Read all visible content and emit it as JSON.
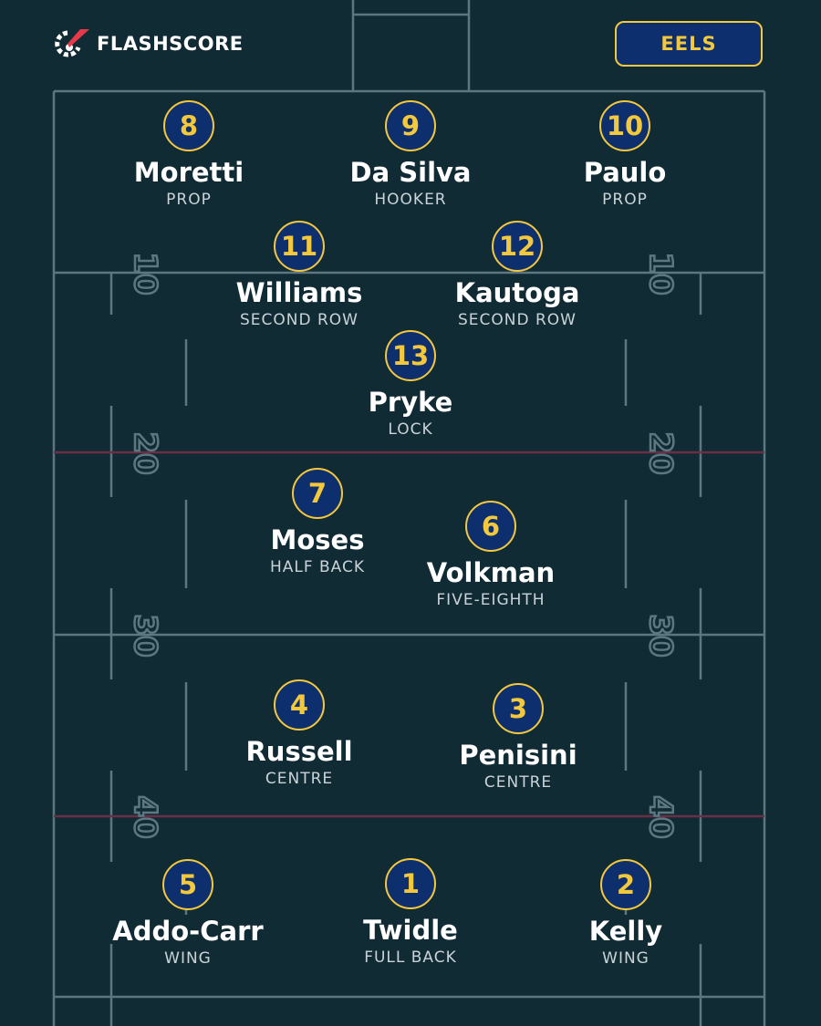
{
  "brand": {
    "name": "FLASHSCORE",
    "icon": "flashscore-logo-icon"
  },
  "team_button": {
    "label": "EELS"
  },
  "field_markings": {
    "yard_numbers": [
      "10",
      "20",
      "30",
      "40"
    ]
  },
  "colors": {
    "background": "#112b35",
    "badge_fill": "#0e2f6e",
    "accent_yellow": "#f4c83d",
    "line": "#5c7780",
    "line_red": "#6b2f45"
  },
  "players": [
    {
      "number": "8",
      "name": "Moretti",
      "position": "PROP"
    },
    {
      "number": "9",
      "name": "Da Silva",
      "position": "HOOKER"
    },
    {
      "number": "10",
      "name": "Paulo",
      "position": "PROP"
    },
    {
      "number": "11",
      "name": "Williams",
      "position": "SECOND ROW"
    },
    {
      "number": "12",
      "name": "Kautoga",
      "position": "SECOND ROW"
    },
    {
      "number": "13",
      "name": "Pryke",
      "position": "LOCK"
    },
    {
      "number": "7",
      "name": "Moses",
      "position": "HALF BACK"
    },
    {
      "number": "6",
      "name": "Volkman",
      "position": "FIVE-EIGHTH"
    },
    {
      "number": "4",
      "name": "Russell",
      "position": "CENTRE"
    },
    {
      "number": "3",
      "name": "Penisini",
      "position": "CENTRE"
    },
    {
      "number": "5",
      "name": "Addo-Carr",
      "position": "WING"
    },
    {
      "number": "1",
      "name": "Twidle",
      "position": "FULL BACK"
    },
    {
      "number": "2",
      "name": "Kelly",
      "position": "WING"
    }
  ]
}
